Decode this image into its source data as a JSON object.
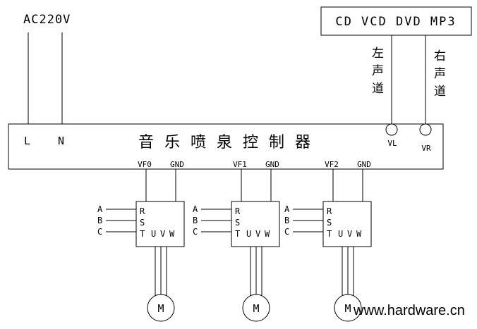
{
  "colors": {
    "line": "#000000",
    "watermark": "#3a6cc8"
  },
  "power": {
    "label": "AC220V",
    "l": "L",
    "n": "N"
  },
  "controller": {
    "title": "音 乐 喷 泉 控 制 器"
  },
  "audio_source": {
    "label": "CD VCD DVD MP3",
    "left_channel": "左声道",
    "right_channel": "右声道",
    "vl": "VL",
    "vr": "VR"
  },
  "drives": [
    {
      "output": "VF0",
      "gnd": "GND",
      "a": "A",
      "b": "B",
      "c": "C",
      "r": "R",
      "s": "S",
      "t": "T",
      "u": "U",
      "v": "V",
      "w": "W",
      "motor": "M"
    },
    {
      "output": "VF1",
      "gnd": "GND",
      "a": "A",
      "b": "B",
      "c": "C",
      "r": "R",
      "s": "S",
      "t": "T",
      "u": "U",
      "v": "V",
      "w": "W",
      "motor": "M"
    },
    {
      "output": "VF2",
      "gnd": "GND",
      "a": "A",
      "b": "B",
      "c": "C",
      "r": "R",
      "s": "S",
      "t": "T",
      "u": "U",
      "v": "V",
      "w": "W",
      "motor": "M"
    }
  ],
  "watermark": "www.hardware.cn"
}
